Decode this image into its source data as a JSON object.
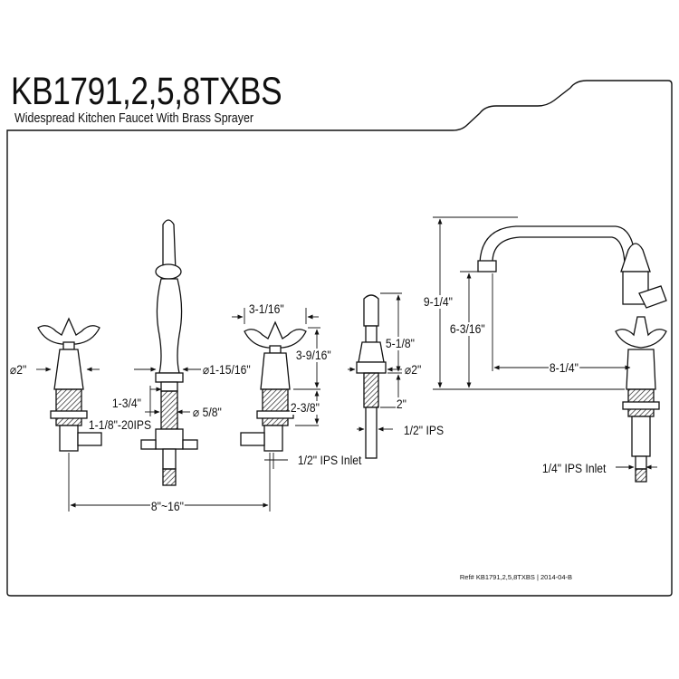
{
  "header": {
    "model": "KB1791,2,5,8TXBS",
    "description": "Widespread Kitchen Faucet With Brass Sprayer"
  },
  "dimensions": {
    "handle_diameter": "⌀2\"",
    "supply_thread": "1-1/8\"-20IPS",
    "handle_clearance": "1-3/4\"",
    "spout_base_diameter": "⌀1-15/16\"",
    "hole_diameter": "⌀ 5/8\"",
    "spread": "8\"~16\"",
    "handle_width": "3-1/16\"",
    "handle_height": "3-9/16\"",
    "shank_length": "2-3/8\"",
    "valve_inlet": "1/2\" IPS Inlet",
    "sprayer_height": "5-1/8\"",
    "sprayer_base_diameter": "⌀2\"",
    "sprayer_shank": "2\"",
    "sprayer_thread": "1/2\" IPS",
    "overall_height": "9-1/4\"",
    "spout_clearance": "6-3/16\"",
    "spout_reach": "8-1/4\"",
    "spout_inlet": "1/4\" IPS Inlet"
  },
  "footer": {
    "reference": "Ref# KB1791,2,5,8TXBS | 2014-04-B"
  }
}
